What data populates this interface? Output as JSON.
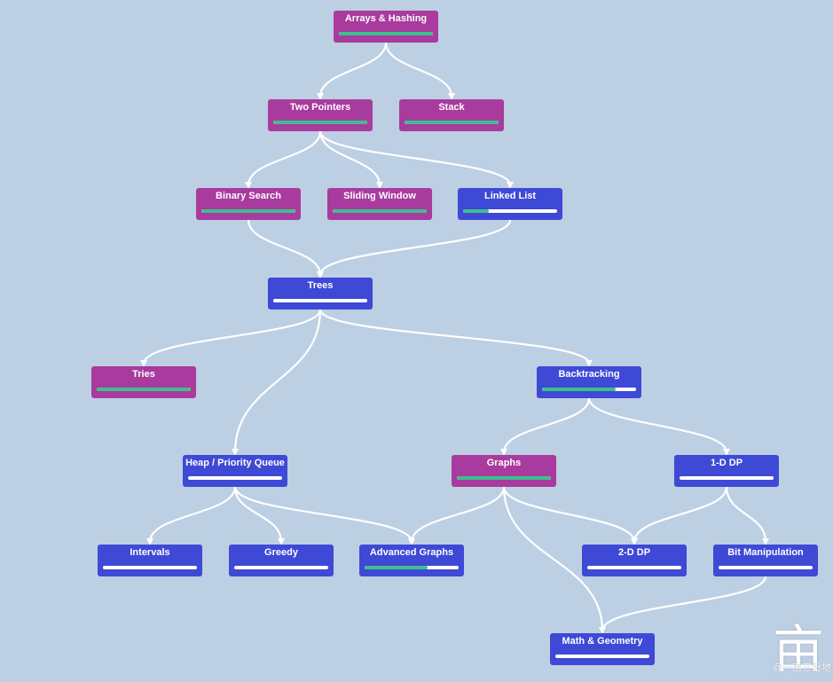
{
  "colors": {
    "background": "#bdcfe3",
    "node_completed": "#a83b9d",
    "node_in_progress": "#3e49d6",
    "progress_fill": "#3fbf8f",
    "progress_track": "#ffffff",
    "edge": "#ffffff"
  },
  "nodes": [
    {
      "id": "arrays-hashing",
      "label": "Arrays & Hashing",
      "progress": 1.0,
      "color": "pink"
    },
    {
      "id": "two-pointers",
      "label": "Two Pointers",
      "progress": 1.0,
      "color": "pink"
    },
    {
      "id": "stack",
      "label": "Stack",
      "progress": 1.0,
      "color": "pink"
    },
    {
      "id": "binary-search",
      "label": "Binary Search",
      "progress": 1.0,
      "color": "pink"
    },
    {
      "id": "sliding-window",
      "label": "Sliding Window",
      "progress": 1.0,
      "color": "pink"
    },
    {
      "id": "linked-list",
      "label": "Linked List",
      "progress": 0.27,
      "color": "blue"
    },
    {
      "id": "trees",
      "label": "Trees",
      "progress": 0.0,
      "color": "blue"
    },
    {
      "id": "tries",
      "label": "Tries",
      "progress": 1.0,
      "color": "pink"
    },
    {
      "id": "backtracking",
      "label": "Backtracking",
      "progress": 0.78,
      "color": "blue"
    },
    {
      "id": "heap-priority-queue",
      "label": "Heap / Priority Queue",
      "progress": 0.0,
      "color": "blue"
    },
    {
      "id": "graphs",
      "label": "Graphs",
      "progress": 1.0,
      "color": "pink"
    },
    {
      "id": "1d-dp",
      "label": "1-D DP",
      "progress": 0.0,
      "color": "blue"
    },
    {
      "id": "intervals",
      "label": "Intervals",
      "progress": 0.0,
      "color": "blue"
    },
    {
      "id": "greedy",
      "label": "Greedy",
      "progress": 0.0,
      "color": "blue"
    },
    {
      "id": "advanced-graphs",
      "label": "Advanced Graphs",
      "progress": 0.67,
      "color": "blue"
    },
    {
      "id": "2d-dp",
      "label": "2-D DP",
      "progress": 0.0,
      "color": "blue"
    },
    {
      "id": "bit-manipulation",
      "label": "Bit Manipulation",
      "progress": 0.0,
      "color": "blue"
    },
    {
      "id": "math-geometry",
      "label": "Math & Geometry",
      "progress": 0.0,
      "color": "blue"
    }
  ],
  "edges": [
    [
      "arrays-hashing",
      "two-pointers"
    ],
    [
      "arrays-hashing",
      "stack"
    ],
    [
      "two-pointers",
      "binary-search"
    ],
    [
      "two-pointers",
      "sliding-window"
    ],
    [
      "two-pointers",
      "linked-list"
    ],
    [
      "binary-search",
      "trees"
    ],
    [
      "linked-list",
      "trees"
    ],
    [
      "trees",
      "tries"
    ],
    [
      "trees",
      "heap-priority-queue"
    ],
    [
      "trees",
      "backtracking"
    ],
    [
      "backtracking",
      "graphs"
    ],
    [
      "backtracking",
      "1d-dp"
    ],
    [
      "heap-priority-queue",
      "intervals"
    ],
    [
      "heap-priority-queue",
      "greedy"
    ],
    [
      "heap-priority-queue",
      "advanced-graphs"
    ],
    [
      "graphs",
      "advanced-graphs"
    ],
    [
      "graphs",
      "2d-dp"
    ],
    [
      "graphs",
      "math-geometry"
    ],
    [
      "1d-dp",
      "2d-dp"
    ],
    [
      "1d-dp",
      "bit-manipulation"
    ],
    [
      "bit-manipulation",
      "math-geometry"
    ]
  ],
  "watermark": {
    "glyph": "亩",
    "text": "@一亩三分地"
  }
}
